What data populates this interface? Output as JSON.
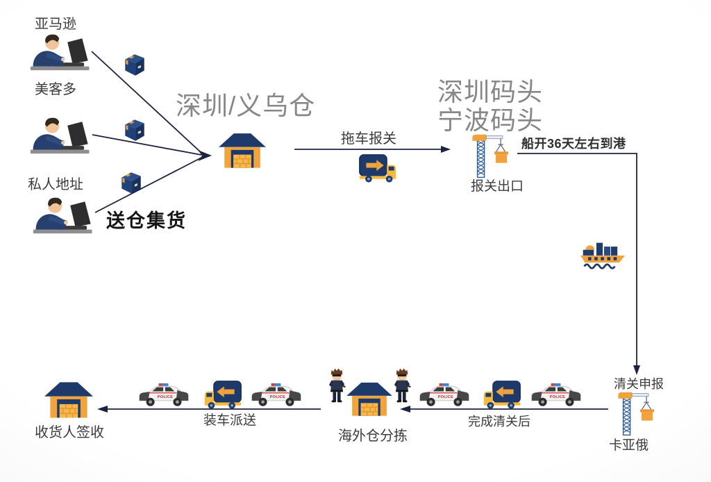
{
  "labels": {
    "amazon": "亚马逊",
    "mercado": "美客多",
    "private_address": "私人地址",
    "hub_title": "深圳/义乌仓",
    "consolidation": "送仓集货",
    "trailer_customs": "拖车报关",
    "port_title_line1": "深圳码头",
    "port_title_line2": "宁波码头",
    "export_declaration": "报关出口",
    "ship_transit": "船开36天左右到港",
    "clearance_declaration": "清关申报",
    "destination_port": "卡亚俄",
    "after_clearance": "完成清关后",
    "overseas_sorting": "海外仓分拣",
    "load_dispatch": "装车派送",
    "consignee_receipt": "收货人签收"
  },
  "vehicles": {
    "police_label": "POLICE"
  },
  "icons": {
    "seller": "person-at-laptop-icon",
    "parcel": "package-box-icon",
    "warehouse": "warehouse-icon",
    "truck": "delivery-truck-icon",
    "crane": "port-crane-icon",
    "ship": "cargo-ship-icon",
    "police_car": "police-car-icon",
    "guard": "security-guard-icon"
  },
  "colors": {
    "navy": "#1d3a6b",
    "orange": "#f0a23c",
    "cab_yellow": "#f5b841",
    "title_gray": "#878787",
    "line_dark": "#1c2340",
    "police_red": "#c0272d",
    "light_blue": "#3f82d9"
  }
}
